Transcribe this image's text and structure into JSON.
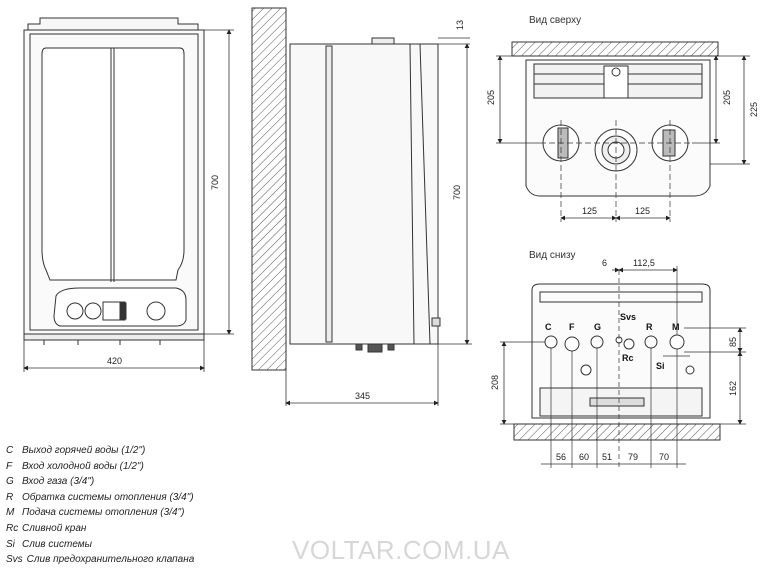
{
  "views": {
    "top": "Вид сверху",
    "bottom": "Вид снизу"
  },
  "dims": {
    "front_width": "420",
    "front_height": "700",
    "side_top": "13",
    "side_height": "700",
    "side_depth": "345",
    "top_left": "205",
    "top_right_a": "205",
    "top_right_b": "225",
    "top_span_a": "125",
    "top_span_b": "125",
    "bot_6": "6",
    "bot_1125": "112,5",
    "bot_208": "208",
    "bot_85": "85",
    "bot_162": "162",
    "bot_56": "56",
    "bot_60": "60",
    "bot_51": "51",
    "bot_79": "79",
    "bot_70": "70"
  },
  "connections": {
    "C": "C",
    "F": "F",
    "G": "G",
    "R": "R",
    "M": "M",
    "Svs": "Svs",
    "Rc": "Rc",
    "Si": "Si"
  },
  "legend": [
    {
      "code": "C",
      "text": "Выход горячей воды   (1/2\")"
    },
    {
      "code": "F",
      "text": "Вход холодной воды   (1/2\")"
    },
    {
      "code": "G",
      "text": "Вход газа    (3/4\")"
    },
    {
      "code": "R",
      "text": "Обратка  системы отопления    (3/4\")"
    },
    {
      "code": "M",
      "text": "Подача системы отопления   (3/4\")"
    },
    {
      "code": "Rc",
      "text": "Сливной кран"
    },
    {
      "code": "Si",
      "text": "Слив системы"
    },
    {
      "code": "Svs",
      "text": "Слив предохранительного клапана"
    }
  ],
  "watermark": "VOLTAR.COM.UA"
}
